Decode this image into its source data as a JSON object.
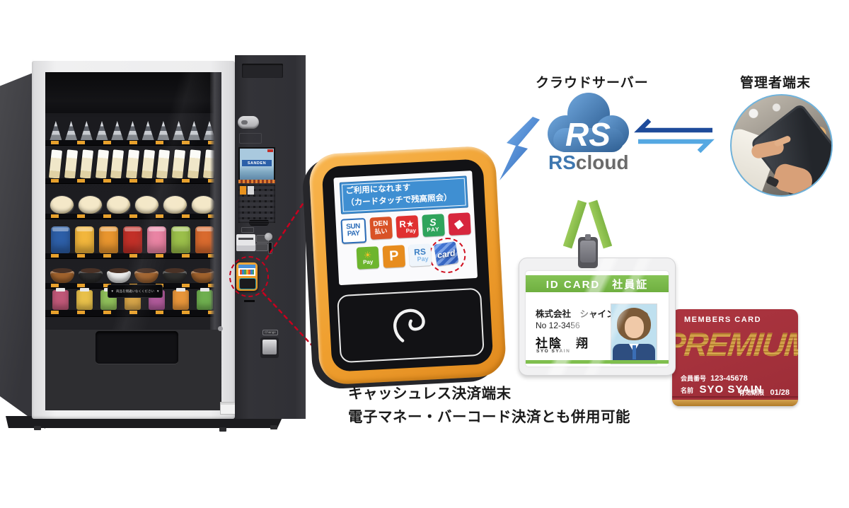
{
  "labels": {
    "cloud_server": "クラウドサーバー",
    "admin_terminal": "管理者端末",
    "caption_line1": "キャッシュレス決済端末",
    "caption_line2": "電子マネー・バーコード決済とも併用可能"
  },
  "cloud_logo": {
    "mark_text": "RS",
    "word_rs": "RS",
    "word_cloud": "cloud"
  },
  "terminal_screen": {
    "banner_line1": "ご利用になれます",
    "banner_line2": "（カードタッチで残高照会）",
    "brands": [
      {
        "id": "sun-pay",
        "line1": "SUN",
        "line2": "PAY"
      },
      {
        "id": "den-pay",
        "line1": "DEN",
        "line2": "払い"
      },
      {
        "id": "r-pay",
        "line1": "R★",
        "line2": "Pay"
      },
      {
        "id": "s-pay",
        "line1": "S",
        "line2": "PAY"
      },
      {
        "id": "dice-pay",
        "line1": "◆",
        "line2": ""
      },
      {
        "id": "sun-green-pay",
        "line1": "☀",
        "line2": "Pay"
      },
      {
        "id": "p-pay",
        "line1": "P",
        "line2": ""
      },
      {
        "id": "rs-pay",
        "line1": "RS",
        "line2": "Pay"
      },
      {
        "id": "card-pay",
        "line1": "card",
        "line2": ""
      }
    ]
  },
  "id_card": {
    "header": "ID CARD　社員証",
    "company": "株式会社　シャイン商事",
    "number": "No 12-3456",
    "name": "社陰　翔",
    "name_roman": "SYO SYAIN"
  },
  "members_card": {
    "title": "MEMBERS CARD",
    "tier": "PREMIUM",
    "member_no_label": "会員番号",
    "member_no": "123-45678",
    "name_label": "名前",
    "name": "SYO SYAIN",
    "expiry_label": "有効期限",
    "expiry": "01/28"
  },
  "vending_machine": {
    "display_brand": "SANDEN",
    "change_label": "Change",
    "sign_text": "商品を間違いなくください",
    "shelves": [
      {
        "type": "onigiri",
        "count": 11
      },
      {
        "type": "sandwich",
        "count": 11
      },
      {
        "type": "pastry",
        "count": 6
      },
      {
        "type": "snack",
        "count": 7,
        "colors": [
          "#2D5FA8",
          "#F2B63C",
          "#E8952E",
          "#C23028",
          "#E87FA0",
          "#9BBF4A",
          "#D96A2E"
        ]
      },
      {
        "type": "bowl",
        "count": 6,
        "colors": [
          "#A0622D",
          "#2B2B2B",
          "#ECECEC",
          "#A0622D",
          "#30302F",
          "#A0622D"
        ]
      },
      {
        "type": "pouch",
        "count": 7,
        "colors": [
          "#C05878",
          "#E8C04A",
          "#8FBF5A",
          "#D4A040",
          "#B05A9A",
          "#E8953A",
          "#6FAF4F"
        ]
      }
    ]
  },
  "colors": {
    "accent_orange": "#F0A032",
    "callout_red": "#C8001E",
    "cloud_blue": "#3E77B0",
    "arrow_dark": "#1E4B9B",
    "arrow_light": "#55A8E2",
    "id_green": "#7FBF4E",
    "member_red": "#A33038",
    "member_gold": "#C89040",
    "lanyard_green": "#8CC050"
  }
}
